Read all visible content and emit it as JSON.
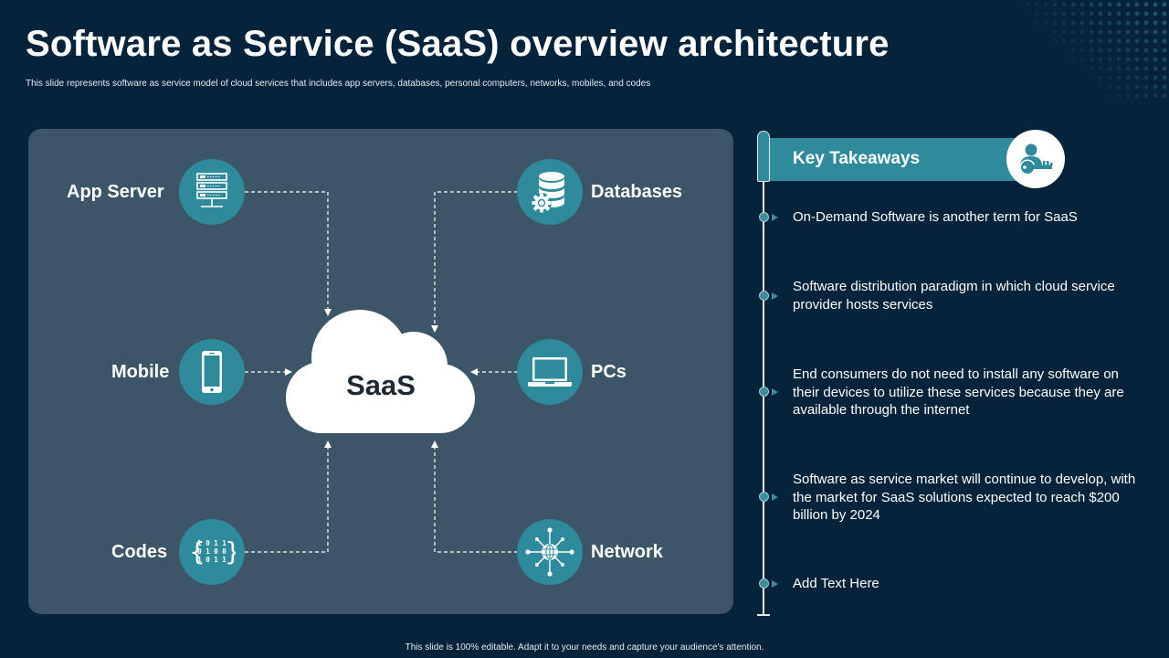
{
  "slide": {
    "title": "Software as Service (SaaS) overview architecture",
    "subtitle": "This slide represents software as service model of cloud services that includes app servers, databases, personal computers, networks, mobiles, and codes",
    "footer": "This slide is 100% editable.  Adapt it to your needs and capture your audience's attention."
  },
  "diagram": {
    "center_label": "SaaS",
    "center_icon": "cloud-icon",
    "nodes": [
      {
        "label": "App Server",
        "icon": "server-rack-icon"
      },
      {
        "label": "Databases",
        "icon": "database-gear-icon"
      },
      {
        "label": "Mobile",
        "icon": "smartphone-icon"
      },
      {
        "label": "PCs",
        "icon": "laptop-icon"
      },
      {
        "label": "Codes",
        "icon": "binary-code-icon"
      },
      {
        "label": "Network",
        "icon": "globe-network-icon"
      }
    ],
    "code_digits": [
      "1 0 1 1",
      "0 1 0 0",
      "1 0 1 1"
    ]
  },
  "takeaways": {
    "title": "Key Takeaways",
    "icon": "user-key-icon",
    "items": [
      "On-Demand Software is another term for SaaS",
      "Software distribution paradigm in which cloud service provider hosts services",
      "End consumers do not need to install any software on their devices to utilize these services because they are available through the internet",
      "Software as service market will continue to develop, with the market for SaaS solutions expected to reach $200 billion by 2024",
      "Add Text Here"
    ]
  },
  "colors": {
    "background": "#05233b",
    "panel": "#3c5567",
    "accent": "#2f8b9b",
    "text": "#ffffff",
    "cloud_text": "#1e2a33"
  }
}
